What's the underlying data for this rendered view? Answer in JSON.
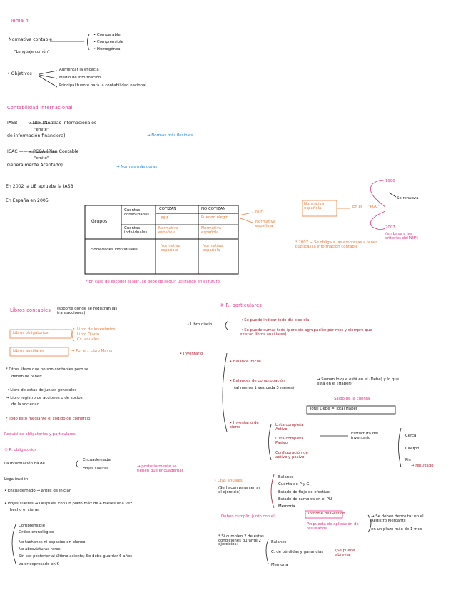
{
  "page_title": "Tema 4",
  "top": {
    "normativa": "Normativa contable",
    "lenguaje": "\"Lenguaje común\"",
    "props": [
      "• Comparable",
      "• Comprensible",
      "• Homogénea"
    ],
    "objetivos_label": "• Objetivos",
    "objetivos": [
      "Aumentar la eficacia",
      "Medio de información",
      "Principal fuente para la contabilidad nacional."
    ]
  },
  "contab_int": {
    "heading": "Contabilidad internacional",
    "iasb_line": "IASB ——→ NIIF (Normas internacionales",
    "iasb_emite": "\"emite\"",
    "iasb_line2": "de información financiera)",
    "niif_note": "→ Normas más flexibles",
    "icac_line": "ICAC ——→ PCGA (Plan Contable",
    "icac_emite": "\"emite\"",
    "icac_line2": "Generalmente Aceptado)",
    "pcga_note": "→ Normas más duras"
  },
  "adoption": {
    "line1": "En 2002 la UE aprueba la IASB",
    "line2": "En España en 2005:",
    "table": {
      "col1": "COTIZAN",
      "col2": "NO COTIZAN",
      "row_grupos": "Grupos",
      "sub1": "Cuentas consolidadas",
      "sub2": "Cuentas individuales",
      "row_soc": "Sociedades individuales",
      "c_niif": "NIIF",
      "c_elegir": "Pueden elegir",
      "c_ne1": "Normativa española",
      "c_ne2": "Normativa española",
      "c_ne3": "Normativa española",
      "c_ne4": "Normativa española"
    },
    "side_niif": "NIIF",
    "side_ne": "Normativa española",
    "footnote": "* En caso de escoger el NIIF, se debe de seguir utilizando en el futuro"
  },
  "right_top": {
    "ne_box": "Normativa española",
    "en_el": "En el",
    "pgc": "\"PGC\"",
    "y1990": "1990",
    "y2007": "2007",
    "se_renueva": "Se renueva",
    "niif_note": "(en base a los criterios del NIIF)",
    "note_2007": "* 2007 → Se obliga a las empresas a tener públicas la información contable"
  },
  "libros": {
    "heading": "Libros contables",
    "heading_sub": "(soporte donde se registran las transacciones)",
    "oblig": "Libros obligatorios",
    "oblig_items": [
      "Libro de inventarios",
      "Libro Diario",
      "Cs. anuales"
    ],
    "aux": "Libros auxiliares",
    "aux_note": "→ Por ej.: Libro Mayor",
    "otros1": "* Otros libros que no son contables pero se",
    "otros2": "deben de tener:",
    "actas": "→ Libro de actas de juntas generales",
    "socios1": "→ Libro registro de acciones o de socios",
    "socios2": "de la sociedad",
    "codigo": "* Todo esto mediante el código de comercio.",
    "req_heading": "Requisitos obligatorios y particulares",
    "obligatorios": "① R. obligatorios",
    "info": "La información ha de",
    "encuad": "Encuadernada",
    "hojas": "Hojas sueltas",
    "hojas_note": "→ posteriormente se tienen que encuadernar",
    "legal": "Legalización",
    "legal1": "• Encuadernado → antes de iniciar",
    "legal2": "• Hojas sueltas → Después, con un plazo máx de 4 meses una vez",
    "legal3": "hecho el cierre.",
    "list": [
      "Comprensible",
      "Orden cronológico",
      "No tachones ni espacios en blanco",
      "No abreviaturas raras",
      "Sin ser posterior al último asiento; Se debe guardar 6 años",
      "Valor expresado en €"
    ]
  },
  "particulares": {
    "heading": "② R. particulares",
    "diario": "• Libro diario",
    "diario1": "→ Se puede indicar todo día tras día.",
    "diario2": "→ Se puede sumar todo (pero sin agrupación por mes y siempre que existan libros auxiliares)",
    "inventario": "• Inventario",
    "balance_ini": "• Balance inicial",
    "balances_comp": "• Balances de comprobación",
    "bc_periodo": "(al menos 1 vez cada 3 meses)",
    "bc_note1": "→ Suman lo que está en el (Debe) y lo que está en el (Haber)",
    "saldo": "Saldo de la cuenta",
    "total_box": "Total Debe = Total Haber",
    "inv_cierre": "• Inventario de cierre",
    "lista1": "Lista completa Activo",
    "lista2": "Lista completa Pasivo",
    "config": "Configuración de activo y pasivo",
    "estructura": "Estructura del inventario",
    "cerca": "Cerca",
    "cuerpo": "Cuerpo",
    "pie": "Pie",
    "pie_note": "→ resultado",
    "ctas": "• Ctas anuales",
    "ctas_note": "(Se hacen para cerrar el ejercicio)",
    "ctas_items": [
      "Balance",
      "Cuenta de P y G",
      "Estado de flujo de efectivo",
      "Estado de cambios en el PN",
      "Memoria"
    ],
    "deben": "Deben cumplir, junto con el",
    "informe": "Informe de Gestión",
    "propuesta": "Propuesta de aplicación de resultados",
    "deposito": "→ Se deben depositar en el Registro Mercantil",
    "registro_note": "en un plazo máx de 1 mes",
    "cond1": "* Si cumplen 2 de estas condiciones durante 2 ejercicios:",
    "cond_items": [
      "Balance",
      "C. de pérdidas y ganancias",
      "Memoria"
    ],
    "se_puede": "(Se puede abreviar)"
  }
}
